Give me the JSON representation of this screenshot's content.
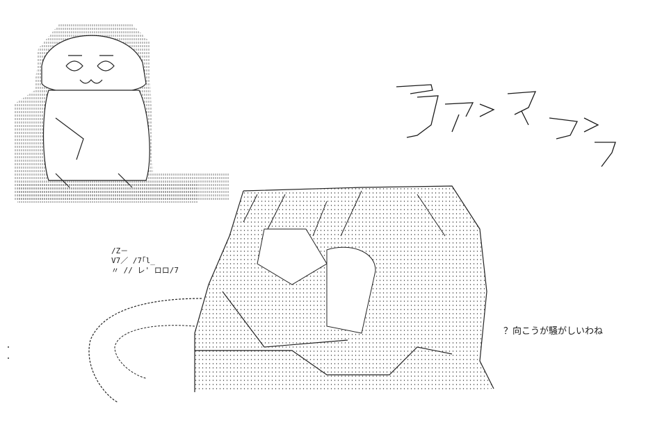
{
  "caption": "？向こうが騒がしいわね",
  "sound_effect": "ヴァ",
  "side_scribble": [
    "/Z－",
    "V7／ /7｢l_",
    "〃 // レ' ロロ/7"
  ],
  "colors": {
    "ink": "#1a1a1a",
    "background": "#ffffff"
  }
}
